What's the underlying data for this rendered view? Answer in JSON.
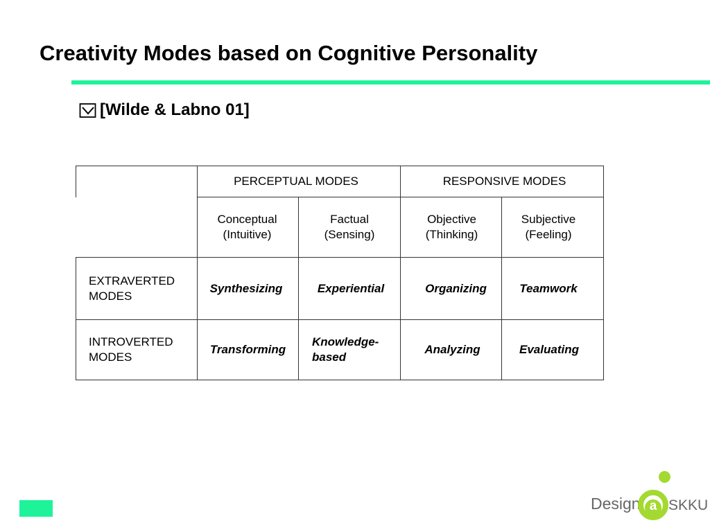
{
  "slide": {
    "title": "Creativity Modes based on Cognitive Personality",
    "bullet": "[Wilde & Labno 01]",
    "bullet_icon": "checkbox-icon"
  },
  "colors": {
    "accent": "#1EF39A",
    "text": "#000000",
    "grid": "#333333",
    "logo_green": "#A3D931",
    "logo_gray": "#666666"
  },
  "table": {
    "group_headers": [
      "PERCEPTUAL MODES",
      "RESPONSIVE MODES"
    ],
    "subheaders": [
      "Conceptual\n(Intuitive)",
      "Factual\n(Sensing)",
      "Objective\n(Thinking)",
      "Subjective\n(Feeling)"
    ],
    "rows": [
      {
        "label": "EXTRAVERTED\nMODES",
        "cells": [
          "Synthesizing",
          "Experiential",
          "Organizing",
          "Teamwork"
        ]
      },
      {
        "label": "INTROVERTED\nMODES",
        "cells": [
          "Transforming",
          "Knowledge-\nbased",
          "Analyzing",
          "Evaluating"
        ]
      }
    ]
  },
  "logo": {
    "design": "Design",
    "a": "a",
    "skku": "SKKU"
  }
}
